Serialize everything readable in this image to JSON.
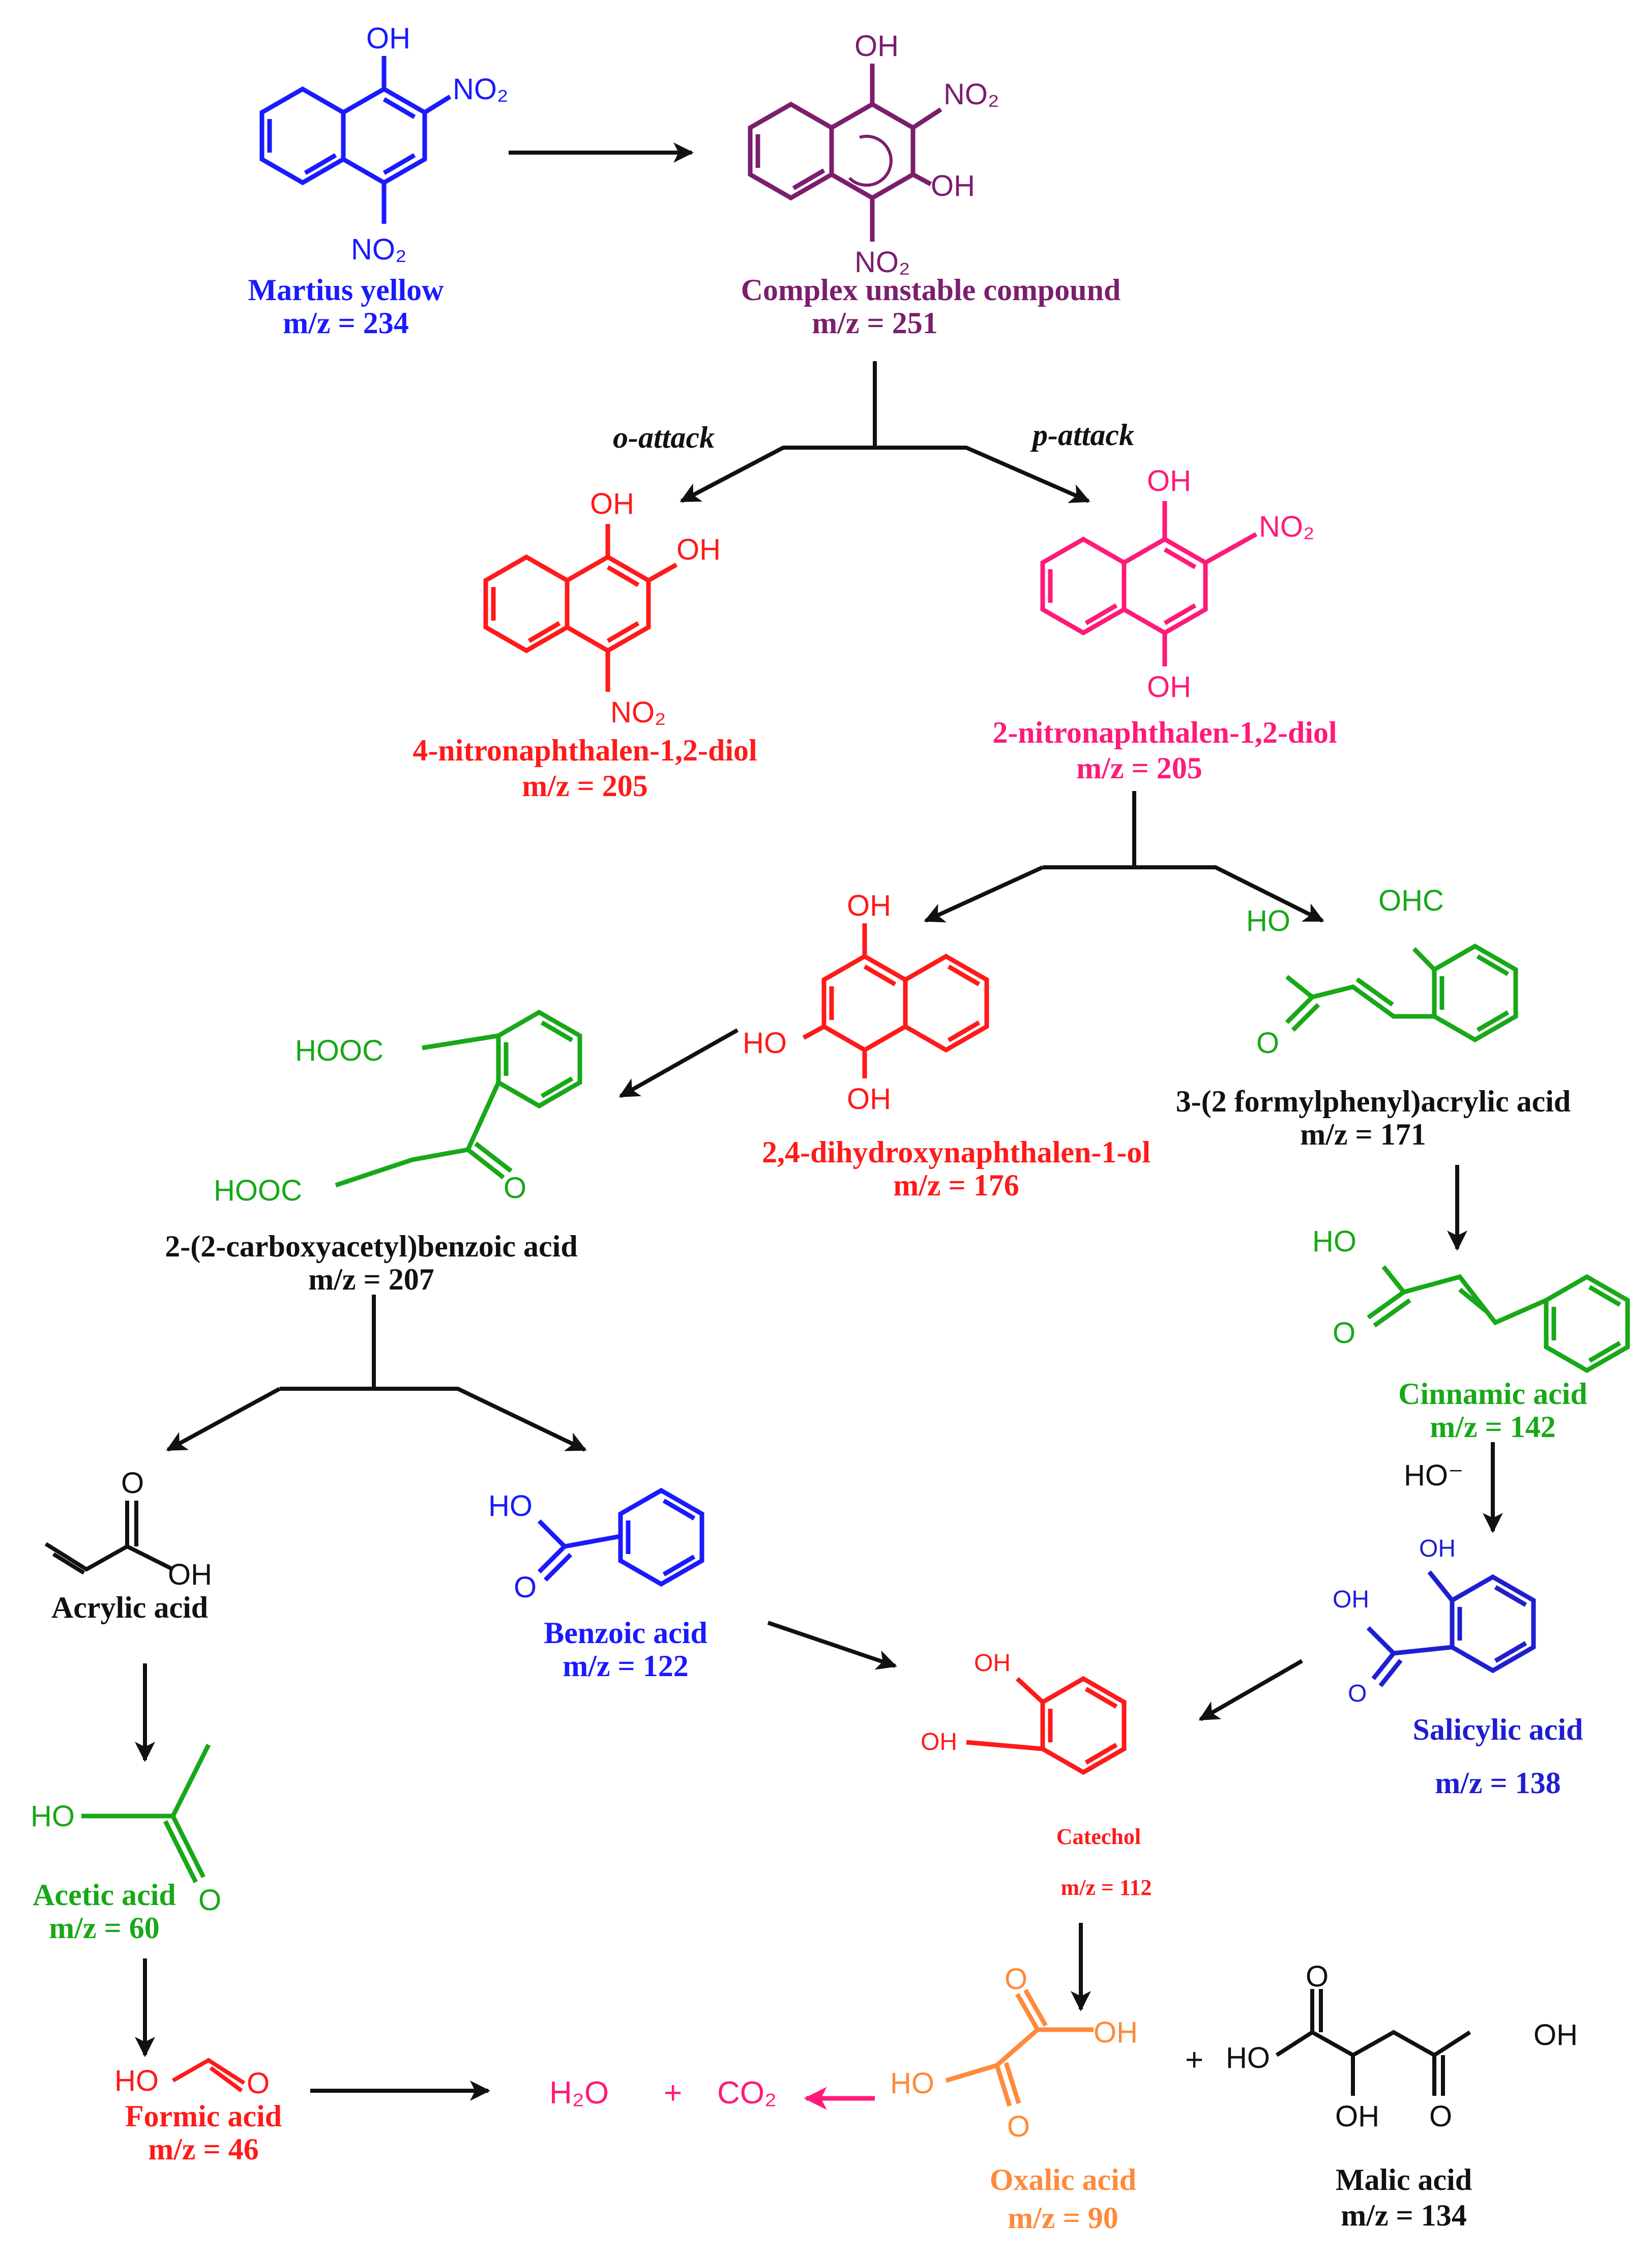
{
  "colors": {
    "blue": "#1a1aff",
    "purple": "#7b1e6e",
    "red": "#ff1a1a",
    "pink": "#ff1a7a",
    "green": "#18a818",
    "black": "#111111",
    "orange": "#ff8a3c",
    "navy": "#1f1fd0"
  },
  "groups": {
    "oh": "OH",
    "no2": "NO₂",
    "ho": "HO",
    "ohc": "OHC",
    "hooc": "HOOC",
    "o": "O",
    "hydroxide": "HO⁻"
  },
  "compounds": {
    "martius": {
      "name": "Martius yellow",
      "mz": "m/z = 234"
    },
    "complex": {
      "name": "Complex unstable compound",
      "mz": "m/z = 251"
    },
    "nitro_diol_4": {
      "name": "4-nitronaphthalen-1,2-diol",
      "mz": "m/z = 205"
    },
    "nitro_diol_2": {
      "name": "2-nitronaphthalen-1,2-diol",
      "mz": "m/z = 205"
    },
    "dihydroxynaph": {
      "name": "2,4-dihydroxynaphthalen-1-ol",
      "mz": "m/z = 176"
    },
    "formylphenyl": {
      "name": "3-(2 formylphenyl)acrylic acid",
      "mz": "m/z = 171"
    },
    "carboxyacetyl": {
      "name": "2-(2-carboxyacetyl)benzoic acid",
      "mz": "m/z = 207"
    },
    "cinnamic": {
      "name": "Cinnamic acid",
      "mz": "m/z = 142"
    },
    "acrylic": {
      "name": "Acrylic acid"
    },
    "benzoic": {
      "name": "Benzoic acid",
      "mz": "m/z = 122"
    },
    "salicylic": {
      "name": "Salicylic acid",
      "mz": "m/z = 138"
    },
    "catechol": {
      "name": "Catechol",
      "mz": "m/z = 112"
    },
    "acetic": {
      "name": "Acetic acid",
      "mz": "m/z = 60"
    },
    "formic": {
      "name": "Formic acid",
      "mz": "m/z = 46"
    },
    "oxalic": {
      "name": "Oxalic acid",
      "mz": "m/z = 90"
    },
    "malic": {
      "name": "Malic acid",
      "mz": "m/z = 134"
    }
  },
  "attack": {
    "ortho": "o-attack",
    "para": "p-attack"
  },
  "products": {
    "water": "H₂O",
    "plus": "+",
    "co2": "CO₂",
    "plus2": "+"
  }
}
